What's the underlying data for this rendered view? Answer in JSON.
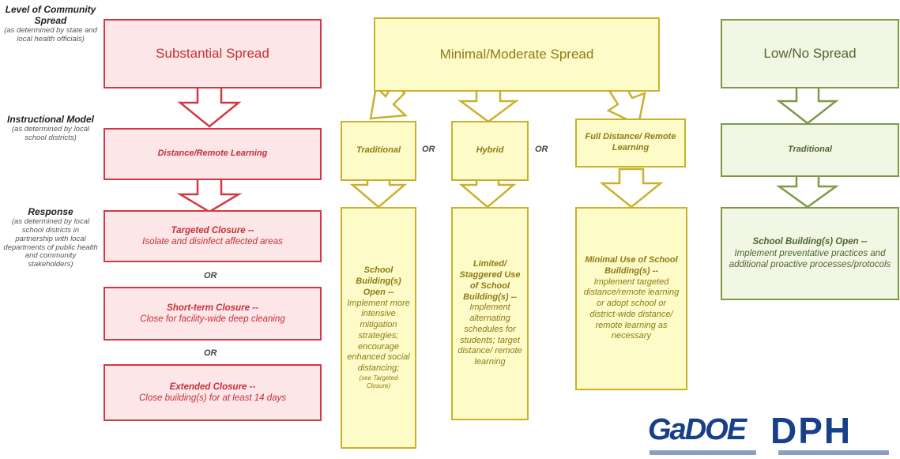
{
  "labels": {
    "level": {
      "title": "Level of Community Spread",
      "sub": "(as determined by state and local health officials)"
    },
    "model": {
      "title": "Instructional Model",
      "sub": "(as determined by local school districts)"
    },
    "response": {
      "title": "Response",
      "sub": "(as determined by local school districts in partnership with local departments of public health and community stakeholders)"
    }
  },
  "substantial": {
    "header": "Substantial Spread",
    "model": "Distance/Remote Learning",
    "responses": [
      {
        "title": "Targeted Closure --",
        "text": "Isolate and disinfect affected areas"
      },
      {
        "title": "Short-term Closure --",
        "text": "Close for facility-wide deep cleaning"
      },
      {
        "title": "Extended Closure --",
        "text": "Close building(s) for at least 14 days"
      }
    ],
    "or": "OR"
  },
  "moderate": {
    "header": "Minimal/Moderate Spread",
    "models": [
      "Traditional",
      "Hybrid",
      "Full Distance/ Remote Learning"
    ],
    "or": "OR",
    "responses": [
      {
        "title": "School Building(s) Open --",
        "text": "Implement more intensive mitigation strategies; encourage enhanced social distancing;",
        "note": "(see Targeted Closure)"
      },
      {
        "title": "Limited/ Staggered Use of School Building(s) --",
        "text": "Implement alternating schedules for students; target distance/ remote learning",
        "note": ""
      },
      {
        "title": "Minimal Use of School Building(s) --",
        "text": "Implement targeted distance/remote learning or adopt school or district-wide distance/ remote learning as necessary",
        "note": ""
      }
    ]
  },
  "low": {
    "header": "Low/No Spread",
    "model": "Traditional",
    "response": {
      "title": "School Building(s) Open --",
      "text": "Implement preventative practices and additional proactive processes/protocols"
    }
  },
  "logos": {
    "gadoe": "GaDOE",
    "dph": "DPH"
  },
  "colors": {
    "red": "#d23a43",
    "yellow": "#c9b12c",
    "green": "#7f9a46"
  }
}
